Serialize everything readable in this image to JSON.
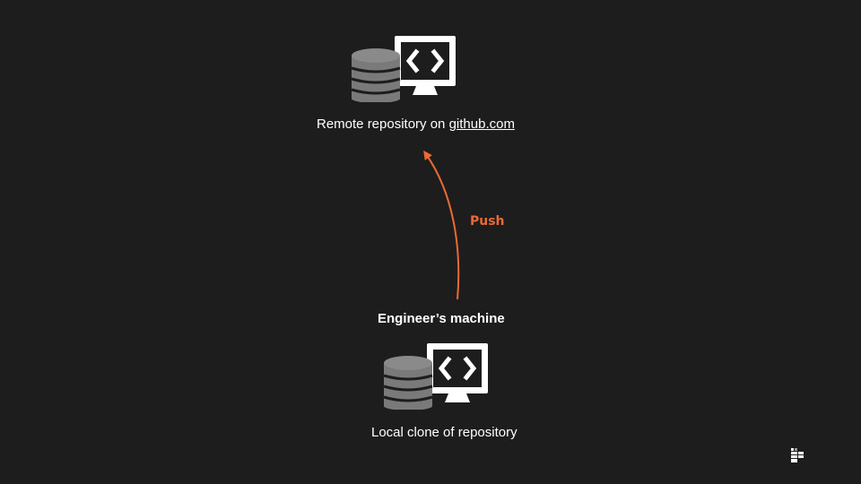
{
  "diagram": {
    "remote": {
      "label_prefix": "Remote repository on ",
      "label_link": "github.com",
      "icon": "database-code-monitor-icon"
    },
    "machine": {
      "label": "Engineer’s machine"
    },
    "local": {
      "label": "Local clone of repository",
      "icon": "database-code-monitor-icon"
    },
    "edge": {
      "label": "Push",
      "color": "#ea6a34"
    }
  },
  "branding": {
    "logo_icon": "brand-logo-icon"
  },
  "colors": {
    "background": "#1e1d1d",
    "database": "#7a7a7a",
    "monitor": "#ffffff",
    "accent": "#ea6a34"
  }
}
